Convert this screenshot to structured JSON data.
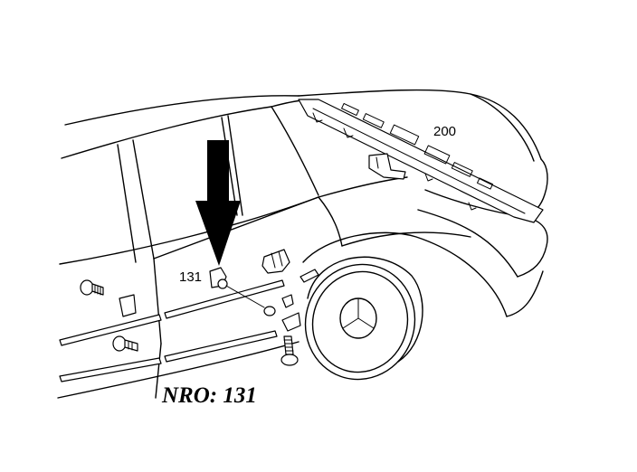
{
  "labels": {
    "part_131": "131",
    "part_200": "200"
  },
  "caption": "NRO: 131",
  "colors": {
    "ink": "#000000",
    "background": "#ffffff"
  },
  "icons": {
    "pointer": "arrow-down-icon",
    "wheel_emblem": "three-pointed-star-icon"
  }
}
